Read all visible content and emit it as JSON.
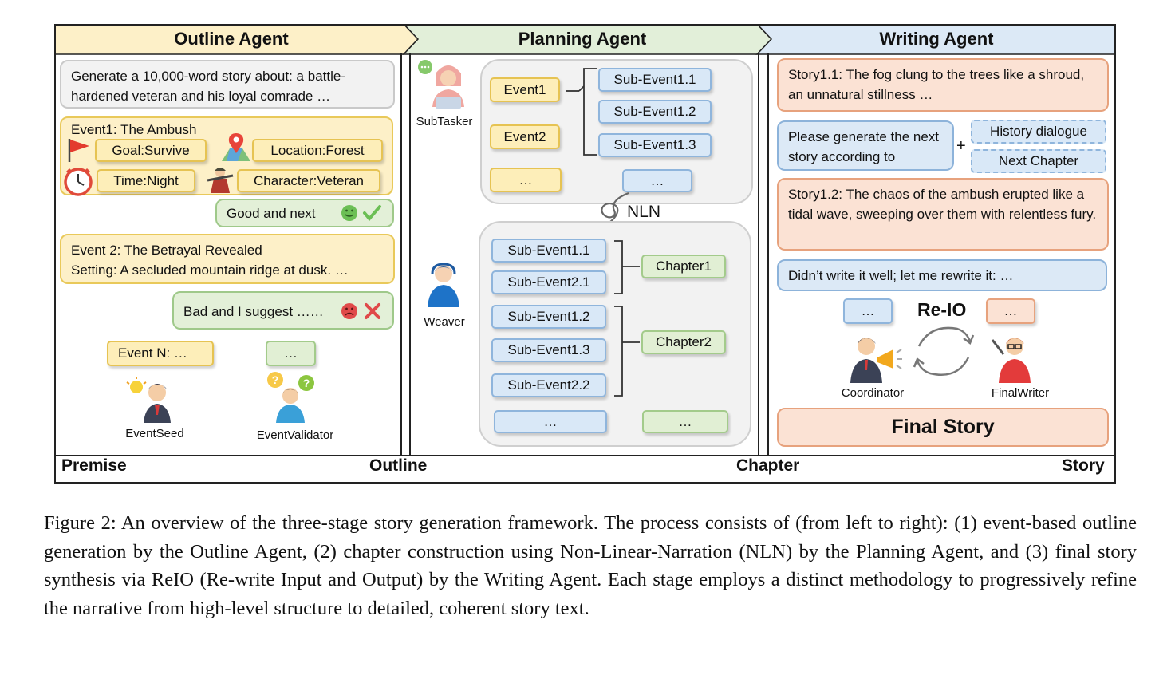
{
  "headers": {
    "outline": "Outline Agent",
    "planning": "Planning Agent",
    "writing": "Writing Agent"
  },
  "outline": {
    "prompt": "Generate a 10,000-word story about: a battle-hardened veteran and his loyal comrade …",
    "event1_title": "Event1: The Ambush",
    "goal": "Goal:Survive",
    "location": "Location:Forest",
    "time": "Time:Night",
    "character": "Character:Veteran",
    "good_feedback": "Good and next",
    "event2_line1": "Event 2: The Betrayal Revealed",
    "event2_line2": "Setting: A secluded mountain ridge at dusk. …",
    "bad_feedback": "Bad and I suggest ……",
    "eventn": "Event N:  …",
    "ellipsis": "…",
    "eventseed_label": "EventSeed",
    "eventvalidator_label": "EventValidator"
  },
  "planning": {
    "subtasker_label": "SubTasker",
    "weaver_label": "Weaver",
    "nln_label": "NLN",
    "event1": "Event1",
    "event2": "Event2",
    "ellipsis": "…",
    "sub_top": [
      "Sub-Event1.1",
      "Sub-Event1.2",
      "Sub-Event1.3"
    ],
    "chapter1_subs": [
      "Sub-Event1.1",
      "Sub-Event2.1"
    ],
    "chapter2_subs": [
      "Sub-Event1.2",
      "Sub-Event1.3",
      "Sub-Event2.2"
    ],
    "chapter1": "Chapter1",
    "chapter2": "Chapter2"
  },
  "writing": {
    "story11": "Story1.1: The fog clung to the trees like a shroud, an unnatural stillness …",
    "request": "Please generate the next story according to",
    "plus": "+",
    "history": "History dialogue",
    "next_chapter": "Next Chapter",
    "story12": "Story1.2: The chaos of the ambush erupted like a tidal wave, sweeping over them with relentless fury.",
    "rewrite": "Didn’t write it well; let me rewrite it: …",
    "reio": "Re-IO",
    "ellipsis": "…",
    "coordinator_label": "Coordinator",
    "finalwriter_label": "FinalWriter",
    "final_story": "Final Story"
  },
  "footer": {
    "premise": "Premise",
    "outline": "Outline",
    "chapter": "Chapter",
    "story": "Story"
  },
  "caption": "Figure 2: An overview of the three-stage story generation framework. The process consists of (from left to right): (1) event-based outline generation by the Outline Agent, (2) chapter construction using Non-Linear-Narration (NLN) by the Planning Agent, and (3) final story synthesis via ReIO (Re-write Input and Output) by the Writing Agent. Each stage employs a distinct methodology to progressively refine the narrative from high-level structure to detailed, coherent story text.",
  "colors": {
    "outline_header": "#fdf0c8",
    "planning_header": "#e2efd9",
    "writing_header": "#dce9f6",
    "event": "#fdeeb9",
    "sub_event": "#d9e8f7",
    "chapter": "#e1efd4",
    "story": "#fbe2d4"
  }
}
